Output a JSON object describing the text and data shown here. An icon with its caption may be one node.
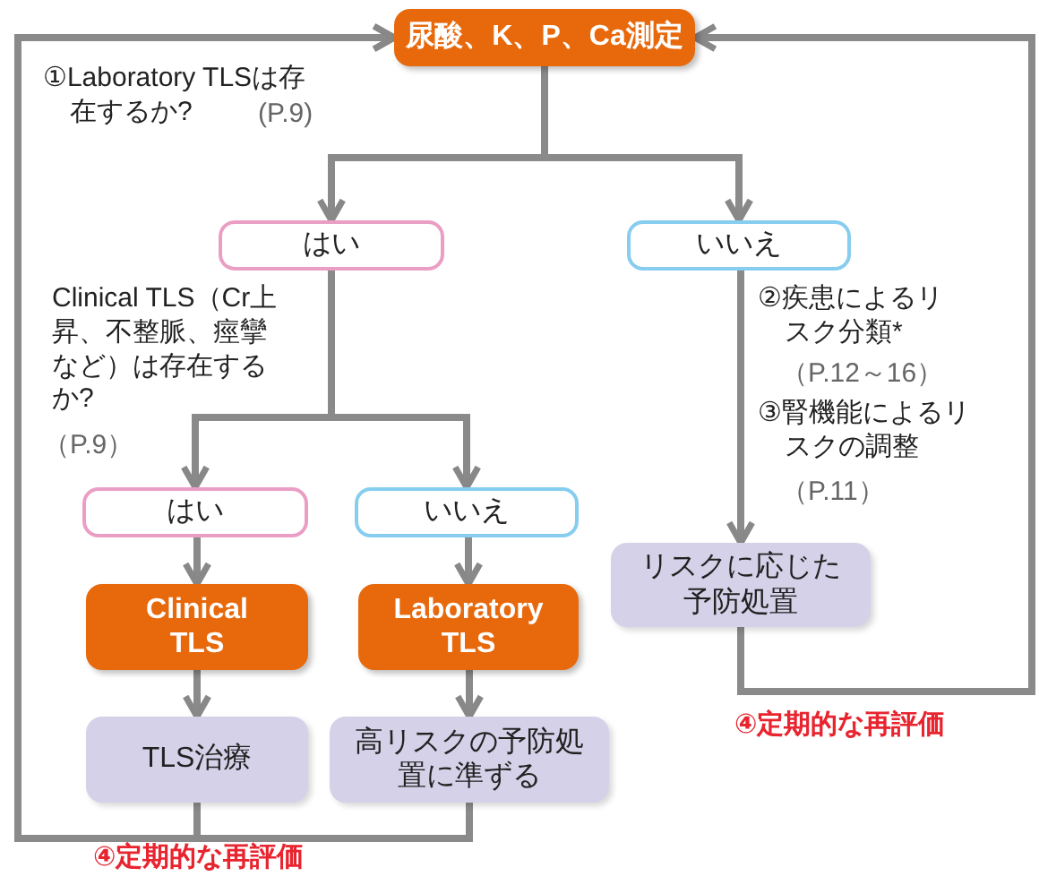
{
  "diagram": {
    "nodes": [
      {
        "text": [
          "尿酸、K、P、Ca測定"
        ]
      },
      {
        "text": [
          "はい"
        ]
      },
      {
        "text": [
          "いいえ"
        ]
      },
      {
        "text": [
          "はい"
        ]
      },
      {
        "text": [
          "いいえ"
        ]
      },
      {
        "text": [
          "Clinical TLS"
        ]
      },
      {
        "text": [
          "Laboratory TLS"
        ]
      },
      {
        "text": [
          "TLS治療"
        ]
      },
      {
        "text": [
          "高リスクの予防処置に準ずる"
        ]
      },
      {
        "text": [
          "リスクに応じた予防処置"
        ]
      }
    ],
    "edges": [
      {
        "from": 0,
        "to": 1,
        "arrow": "to"
      },
      {
        "from": 0,
        "to": 2,
        "arrow": "to"
      },
      {
        "from": 1,
        "to": 3,
        "arrow": "to"
      },
      {
        "from": 1,
        "to": 4,
        "arrow": "to"
      },
      {
        "from": 3,
        "to": 5,
        "arrow": "to"
      },
      {
        "from": 4,
        "to": 6,
        "arrow": "to"
      },
      {
        "from": 5,
        "to": 7,
        "arrow": "to"
      },
      {
        "from": 6,
        "to": 8,
        "arrow": "to"
      },
      {
        "from": 2,
        "to": 9,
        "arrow": "to"
      },
      {
        "from": 9,
        "to": 0,
        "arrow": "to"
      },
      {
        "from": 7,
        "to": 0,
        "arrow": "to"
      },
      {
        "from": 8,
        "to": 0,
        "arrow": "to"
      }
    ],
    "labels": [
      "①Laboratory TLSは存在するか?",
      "(P.9)",
      "Clinical TLS（Cr上昇、不整脈、痙攣など）は存在するか?",
      "（P.9）",
      "②疾患によるリスク分類*",
      "（P.12～16）",
      "③腎機能によるリスクの調整",
      "（P.11）",
      "④定期的な再評価",
      "④定期的な再評価"
    ]
  }
}
